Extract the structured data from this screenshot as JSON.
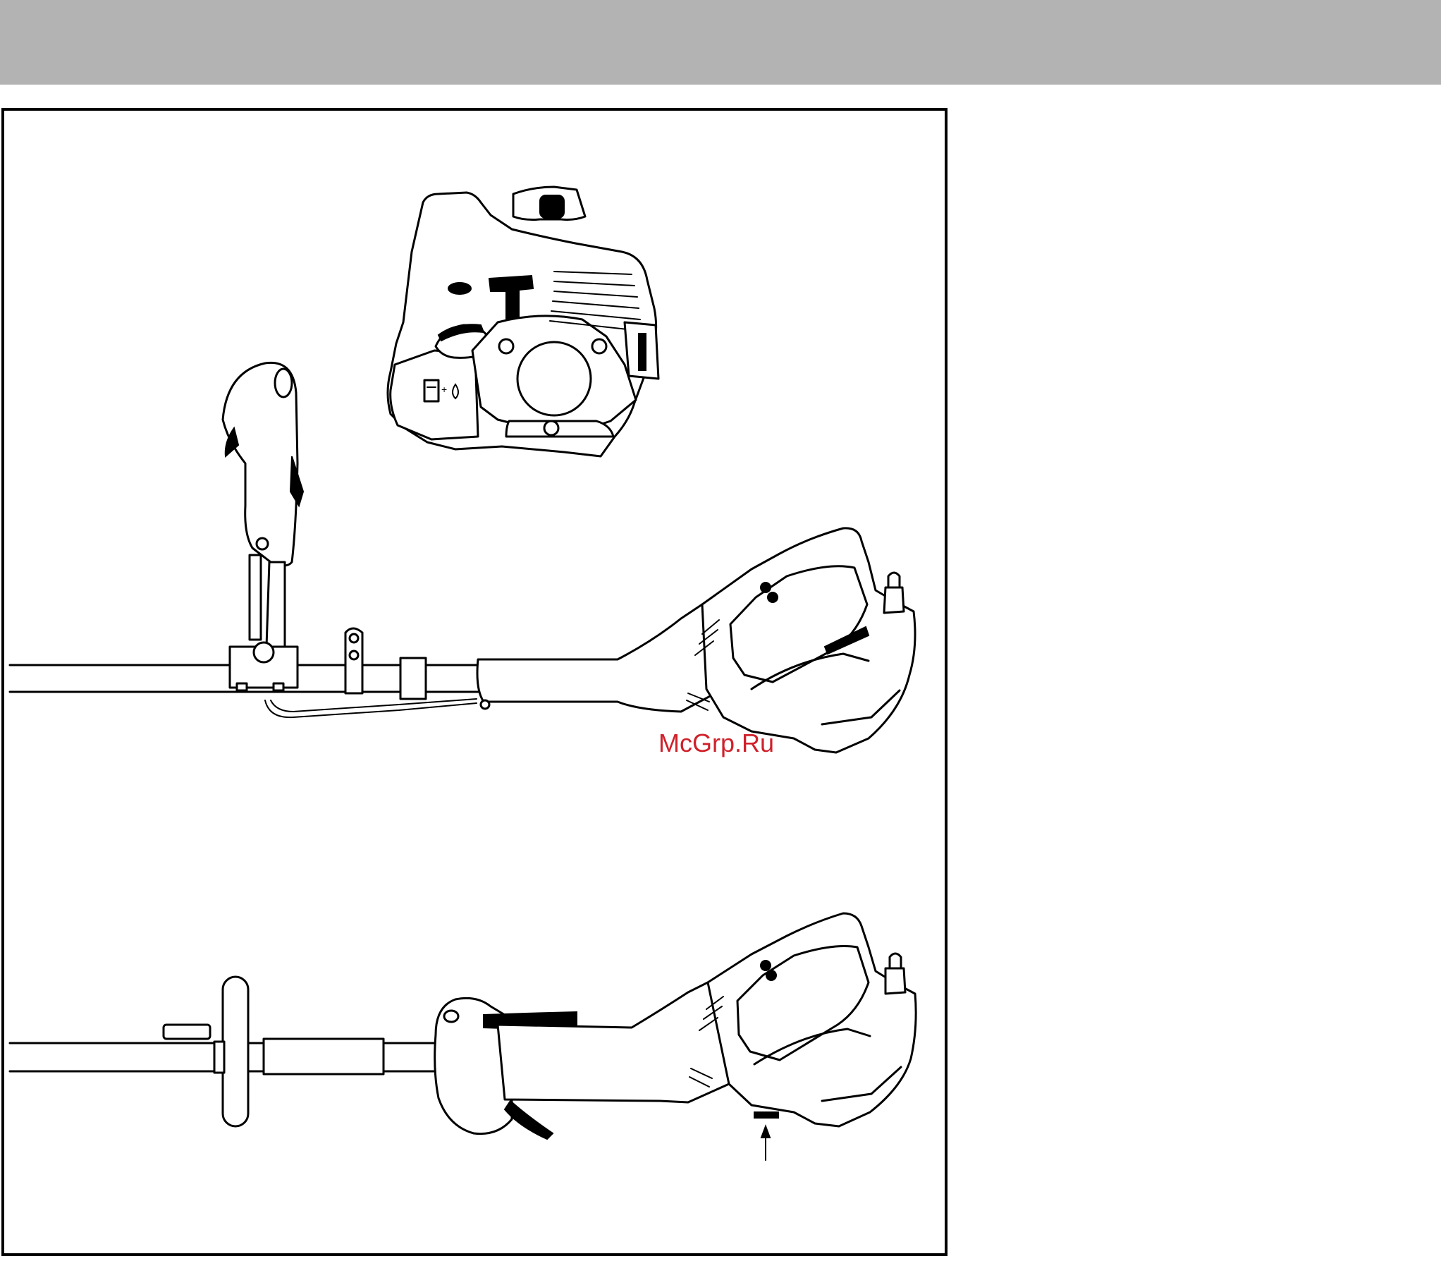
{
  "page": {
    "header_band_color": "#b3b3b3",
    "watermark": "McGrp.Ru",
    "watermark_color": "#d0212b"
  },
  "figures": {
    "engine_front": {
      "icon": "engine-housing-front-illustration"
    },
    "trimmer_top": {
      "icon": "trimmer-with-loop-handle-illustration"
    },
    "trimmer_bottom": {
      "icon": "trimmer-with-bike-handle-illustration",
      "pointer": "arrow-up-icon"
    }
  }
}
